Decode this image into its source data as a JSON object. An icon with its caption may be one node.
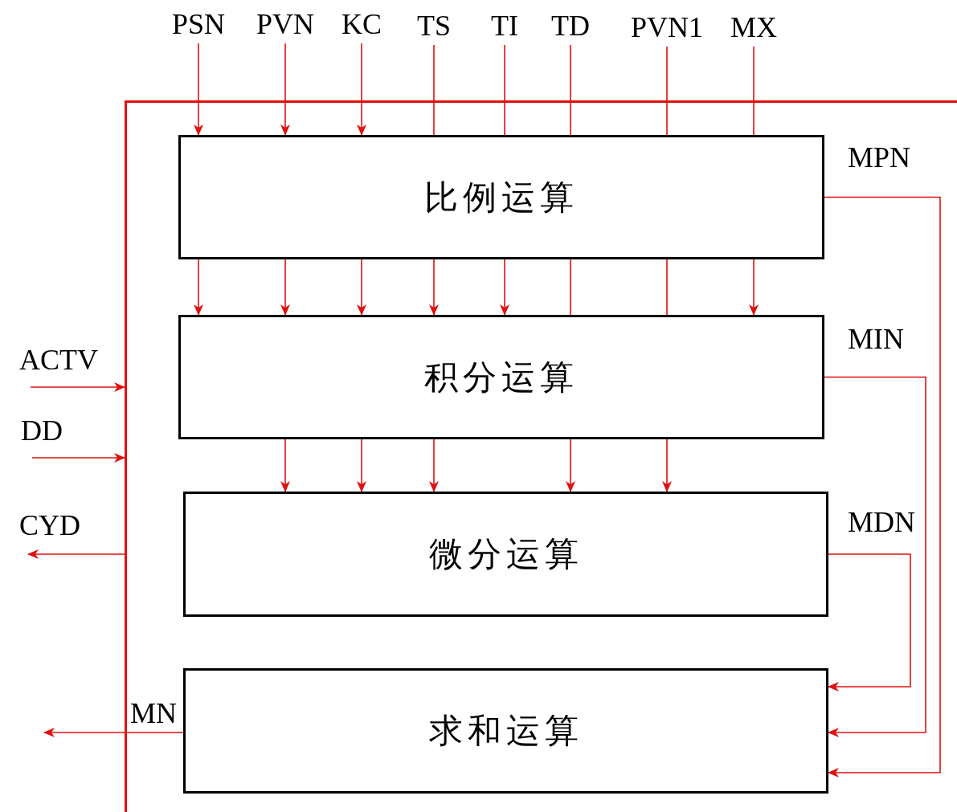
{
  "diagram": {
    "nodes": [
      {
        "text": [
          "PSN"
        ]
      },
      {
        "text": [
          "PVN"
        ]
      },
      {
        "text": [
          "KC"
        ]
      },
      {
        "text": [
          "TS"
        ]
      },
      {
        "text": [
          "TI"
        ]
      },
      {
        "text": [
          "TD"
        ]
      },
      {
        "text": [
          "PVN1"
        ]
      },
      {
        "text": [
          "MX"
        ]
      },
      {
        "text": [],
        "shape": "box"
      },
      {
        "text": [
          "比例运算"
        ],
        "in": 8
      },
      {
        "text": [
          "积分运算"
        ],
        "in": 8
      },
      {
        "text": [
          "微分运算"
        ],
        "in": 8
      },
      {
        "text": [
          "求和运算"
        ],
        "in": 8
      }
    ],
    "edges": [
      {
        "from": 0,
        "to": 9,
        "arrow": "to"
      },
      {
        "from": 1,
        "to": 9,
        "arrow": "to"
      },
      {
        "from": 2,
        "to": 9,
        "arrow": "to"
      },
      {
        "from": 3,
        "to": 9,
        "arrow": "none"
      },
      {
        "from": 4,
        "to": 9,
        "arrow": "none"
      },
      {
        "from": 5,
        "to": 9,
        "arrow": "none"
      },
      {
        "from": 6,
        "to": 9,
        "arrow": "none"
      },
      {
        "from": 7,
        "to": 9,
        "arrow": "none"
      },
      {
        "from": 9,
        "to": 10,
        "arrow": "to"
      },
      {
        "from": 9,
        "to": 10,
        "arrow": "to"
      },
      {
        "from": 9,
        "to": 10,
        "arrow": "to"
      },
      {
        "from": 9,
        "to": 10,
        "arrow": "to"
      },
      {
        "from": 9,
        "to": 10,
        "arrow": "to"
      },
      {
        "from": 9,
        "to": 10,
        "arrow": "none"
      },
      {
        "from": 9,
        "to": 10,
        "arrow": "none"
      },
      {
        "from": 9,
        "to": 10,
        "arrow": "to"
      },
      {
        "from": 10,
        "to": 11,
        "arrow": "to"
      },
      {
        "from": 10,
        "to": 11,
        "arrow": "to"
      },
      {
        "from": 10,
        "to": 11,
        "arrow": "to"
      },
      {
        "from": 10,
        "to": 11,
        "arrow": "to"
      },
      {
        "from": 10,
        "to": 11,
        "arrow": "to"
      },
      {
        "from": 9,
        "to": 12,
        "arrow": "to",
        "label": "MPN"
      },
      {
        "from": 10,
        "to": 12,
        "arrow": "to",
        "label": "MIN"
      },
      {
        "from": 11,
        "to": 12,
        "arrow": "to",
        "label": "MDN"
      },
      {
        "from": 12,
        "to": null,
        "arrow": "to",
        "label": "MN"
      },
      {
        "from": null,
        "to": 8,
        "arrow": "to",
        "label": "ACTV"
      },
      {
        "from": null,
        "to": 8,
        "arrow": "to",
        "label": "DD"
      },
      {
        "from": 8,
        "to": null,
        "arrow": "to",
        "label": "CYD"
      }
    ]
  }
}
